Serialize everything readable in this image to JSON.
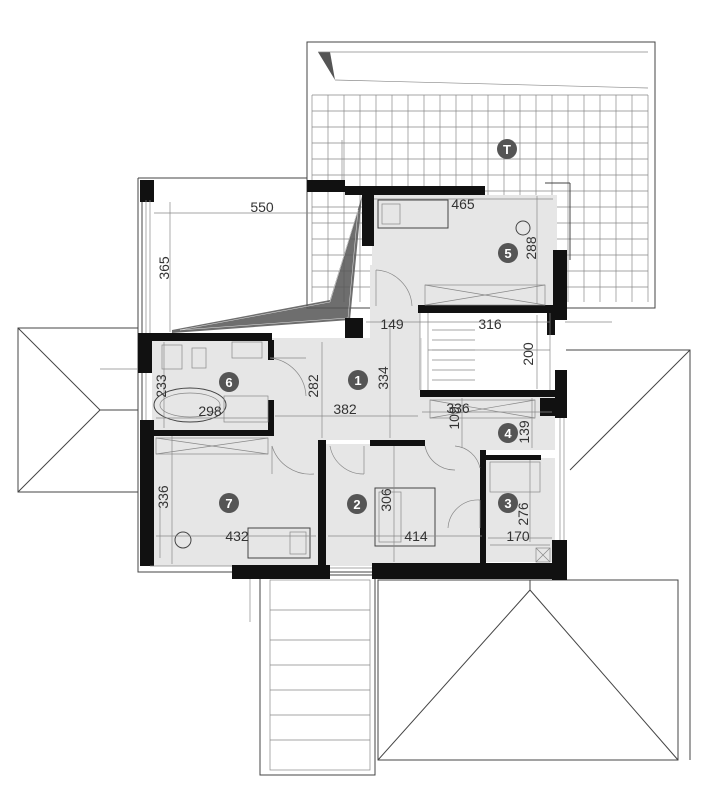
{
  "colors": {
    "wall": "#111111",
    "room_fill": "#e6e6e6",
    "line": "#444444",
    "marker": "#555555",
    "hatch": "#555555"
  },
  "markers": [
    {
      "id": "terrace",
      "label": "T"
    },
    {
      "id": "room-1",
      "label": "1"
    },
    {
      "id": "room-2",
      "label": "2"
    },
    {
      "id": "room-3",
      "label": "3"
    },
    {
      "id": "room-4",
      "label": "4"
    },
    {
      "id": "room-5",
      "label": "5"
    },
    {
      "id": "room-6",
      "label": "6"
    },
    {
      "id": "room-7",
      "label": "7"
    }
  ],
  "dimensions": {
    "d550": "550",
    "d465": "465",
    "d365": "365",
    "d288": "288",
    "d149": "149",
    "d316": "316",
    "d200": "200",
    "d233": "233",
    "d298": "298",
    "d282": "282",
    "d334": "334",
    "d382": "382",
    "d336a": "336",
    "d109": "109",
    "d139": "139",
    "d306": "306",
    "d414": "414",
    "d276": "276",
    "d170": "170",
    "d336b": "336",
    "d432": "432"
  }
}
